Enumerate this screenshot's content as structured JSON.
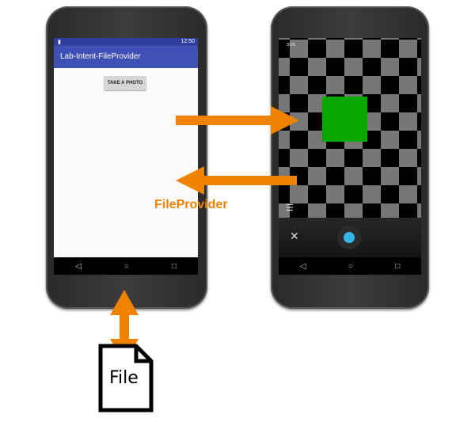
{
  "left_phone": {
    "status_time": "12:50",
    "app_title": "Lab-Intent-FileProvider",
    "take_photo_button": "TAKE A PHOTO",
    "nav_icons": [
      "back-icon",
      "home-icon",
      "recents-icon"
    ]
  },
  "right_phone": {
    "corner_label": "SCN",
    "green_square_color": "#08A800",
    "shutter_color": "#35B6EA",
    "icons": [
      "close-icon",
      "shutter-icon",
      "settings-sliders-icon"
    ]
  },
  "arrows": {
    "color": "#EF8200"
  },
  "labels": {
    "fileprovider": "FileProvider",
    "file": "File"
  }
}
